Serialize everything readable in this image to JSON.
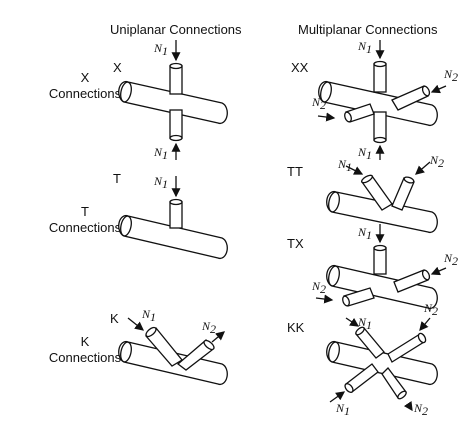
{
  "headers": {
    "uniplanar": "Uniplanar Connections",
    "multiplanar": "Multiplanar Connections"
  },
  "row_labels": {
    "x": {
      "line1": "X",
      "line2": "Connections"
    },
    "t": {
      "line1": "T",
      "line2": "Connections"
    },
    "k": {
      "line1": "K",
      "line2": "Connections"
    }
  },
  "diagram_labels": {
    "x": "X",
    "xx": "XX",
    "t": "T",
    "tt": "TT",
    "tx": "TX",
    "k": "K",
    "kk": "KK"
  },
  "force_labels": {
    "n1": "N",
    "n2": "N",
    "sub1": "1",
    "sub2": "2"
  }
}
